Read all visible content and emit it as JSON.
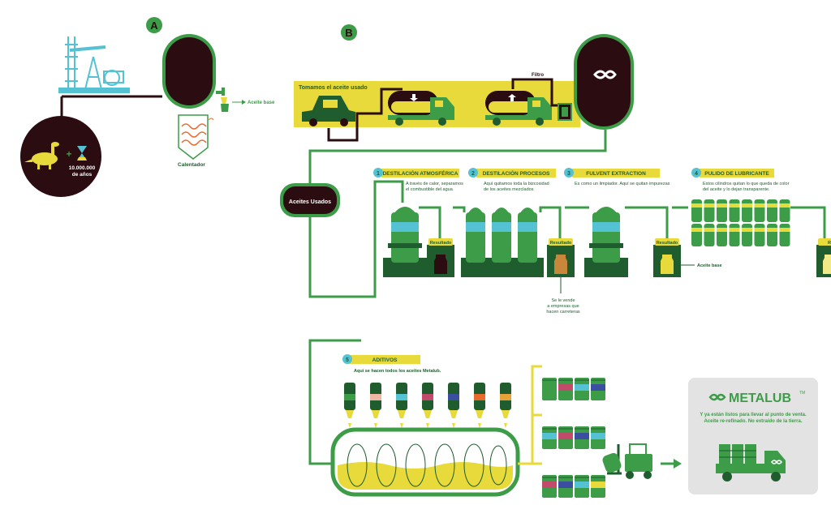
{
  "colors": {
    "dark": "#2b0c10",
    "green": "#3d9c48",
    "dark_green": "#1f5c2e",
    "yellow": "#e7da3a",
    "light_yellow": "#f2ea86",
    "cyan": "#55c2d4",
    "panel_gray": "#e3e3e3"
  },
  "markers": {
    "a": "A",
    "b": "B"
  },
  "section_a": {
    "years_line1": "10.000.000",
    "years_line2": "de años",
    "heater_label": "Calentador",
    "base_oil_label": "Aceite base"
  },
  "section_b": {
    "collect_title": "Tomamos el aceite usado",
    "filter_label": "Filtro",
    "used_oils_label": "Aceites Usados"
  },
  "steps": [
    {
      "number": "1",
      "title": "DESTILACIÓN ATMOSFÉRICA",
      "desc1": "A través de calor, separamos",
      "desc2": "el combustible del agua"
    },
    {
      "number": "2",
      "title": "DESTILACIÓN PROCESOS",
      "desc1": "Aquí quitamos toda la bizcosidad",
      "desc2": "de los aceites mezclados"
    },
    {
      "number": "3",
      "title": "FULVENT EXTRACTION",
      "desc1": "Es como un limpiador. Aquí se quitan impurezas",
      "desc2": ""
    },
    {
      "number": "4",
      "title": "PULIDO DE LUBRICANTE",
      "desc1": "Estos cilindros quitan lo que queda de color",
      "desc2": "del aceite y lo dejan transparente."
    }
  ],
  "results": {
    "label": "Resultado",
    "asphalt_note1": "Se le vende",
    "asphalt_note2": "a empresas que",
    "asphalt_note3": "hacen carreteras",
    "base_oil_label": "Aceite base"
  },
  "additives": {
    "number": "5",
    "title": "ADITIVOS",
    "desc": "Aquí se hacen todos los aceites Metalub."
  },
  "metalub_panel": {
    "brand": "METALUB",
    "tm": "TM",
    "line1": "Y ya están listos para llevar al punto de venta.",
    "line2": "Aceite re-refinado. No extraído de la tierra."
  }
}
